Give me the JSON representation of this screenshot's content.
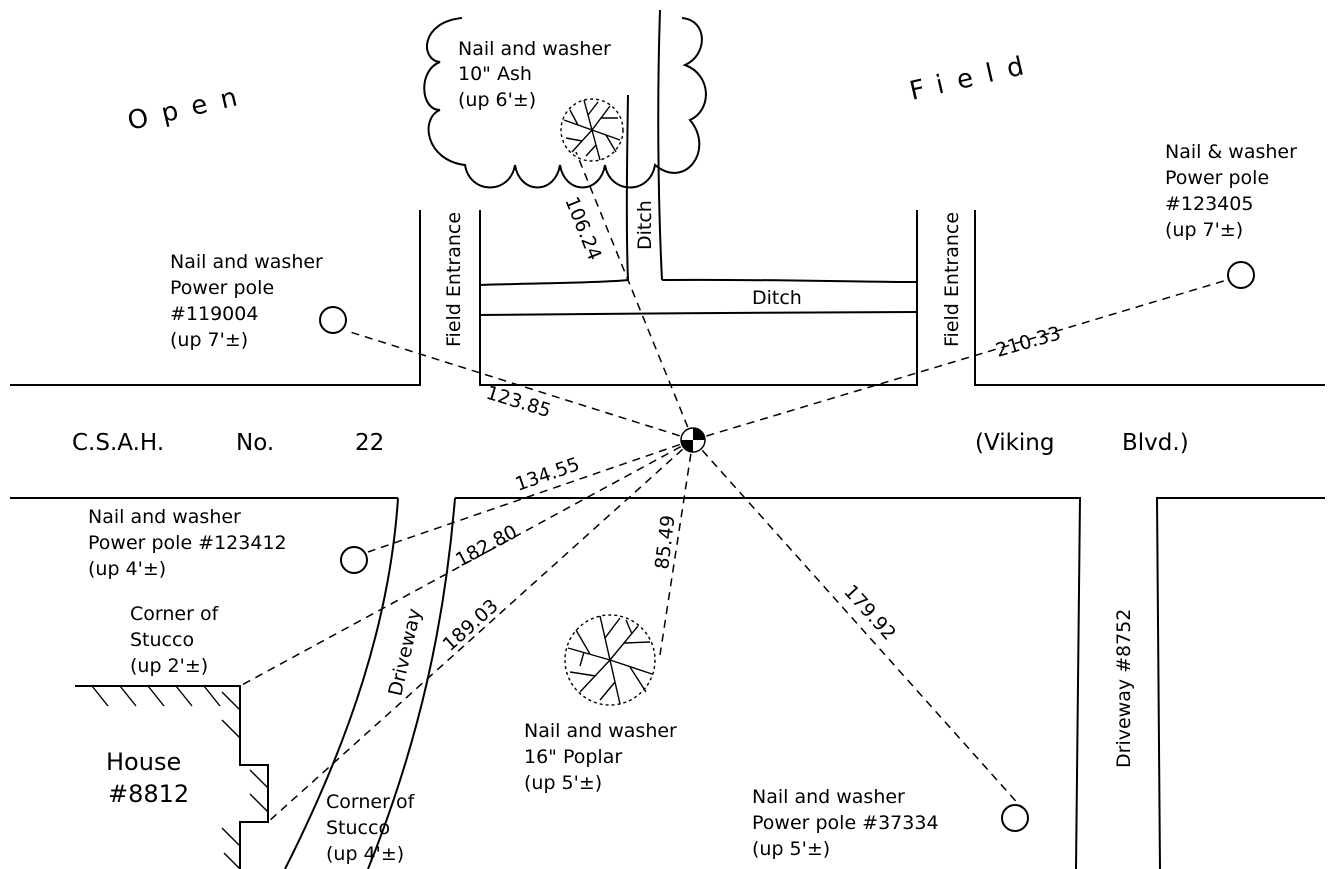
{
  "area_labels": {
    "open": "Open",
    "field": "Field",
    "road_name": [
      "C.S.A.H.",
      "No.",
      "22"
    ],
    "road_alt": [
      "(Viking",
      "Blvd.)"
    ],
    "house": [
      "House",
      "#8812"
    ],
    "field_entrance": "Field Entrance",
    "ditch": "Ditch",
    "driveway": "Driveway",
    "driveway_8752": "Driveway   #8752"
  },
  "reference_points": {
    "ash": [
      "Nail and washer",
      "10\" Ash",
      "(up 6'±)"
    ],
    "pole_119004": [
      "Nail and washer",
      "Power pole",
      "#119004",
      "(up 7'±)"
    ],
    "pole_123405": [
      "Nail & washer",
      "Power pole",
      "#123405",
      "(up 7'±)"
    ],
    "pole_123412": [
      "Nail and washer",
      "Power pole #123412",
      "(up 4'±)"
    ],
    "stucco_upper": [
      "Corner of",
      "Stucco",
      "(up 2'±)"
    ],
    "stucco_lower": [
      "Corner of",
      "Stucco",
      "(up 4'±)"
    ],
    "poplar": [
      "Nail and washer",
      "16\" Poplar",
      "(up 5'±)"
    ],
    "pole_37334": [
      "Nail and washer",
      "Power pole #37334",
      "(up 5'±)"
    ]
  },
  "distances": {
    "ash": "106.24",
    "pole_119004": "123.85",
    "pole_123405": "210.33",
    "pole_123412": "134.55",
    "stucco_upper": "182.80",
    "stucco_lower": "189.03",
    "poplar": "85.49",
    "pole_37334": "179.92"
  }
}
